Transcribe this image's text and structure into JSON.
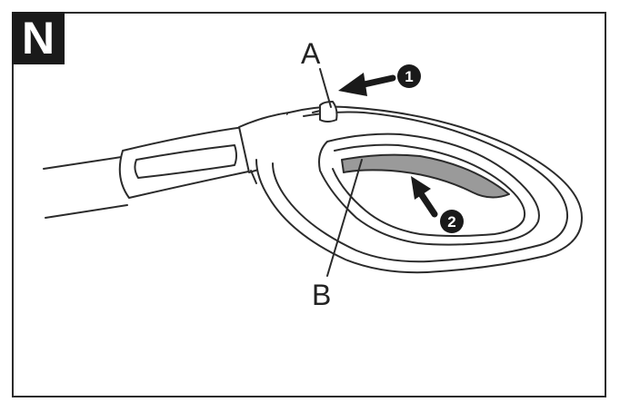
{
  "panel": {
    "letter": "N"
  },
  "labels": {
    "a": "A",
    "b": "B"
  },
  "steps": [
    {
      "number": "1"
    },
    {
      "number": "2"
    }
  ],
  "colors": {
    "ink": "#2b2b2b",
    "grey_insert": "#9a9a9a",
    "badge": "#1a1a1a"
  }
}
